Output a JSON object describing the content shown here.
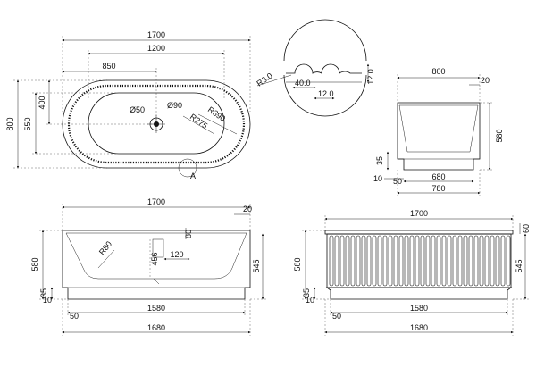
{
  "drawing": {
    "top_view": {
      "overall_length": "1700",
      "inner_length": "1200",
      "drain_offset": "850",
      "overall_width": "800",
      "inner_width": "550",
      "drain_offset_y": "400",
      "drain_dia_1": "Ø50",
      "drain_dia_2": "Ø90",
      "inner_radius": "R275",
      "outer_radius": "R390",
      "detail_label": "A"
    },
    "detail_a": {
      "groove_radius": "R3.0",
      "pitch": "40.0",
      "rib": "12.0",
      "depth": "12.0"
    },
    "end_view": {
      "top_width": "800",
      "rim": "20",
      "height": "580",
      "plinth": "35",
      "base_10": "10",
      "base_50": "50",
      "base_inner": "680",
      "base_outer": "780"
    },
    "front_section": {
      "length": "1700",
      "rim": "20",
      "height": "580",
      "inner_height": "545",
      "depth": "456",
      "overflow": "80",
      "overflow_offset": "120",
      "radius": "R80",
      "plinth": "35",
      "base_10": "10",
      "base_50": "50",
      "base_inner": "1580",
      "base_outer": "1680"
    },
    "front_elevation": {
      "length": "1700",
      "rim": "60",
      "height": "580",
      "inner_height": "545",
      "plinth": "35",
      "base_10": "10",
      "base_50": "50",
      "base_inner": "1580",
      "base_outer": "1680"
    }
  }
}
